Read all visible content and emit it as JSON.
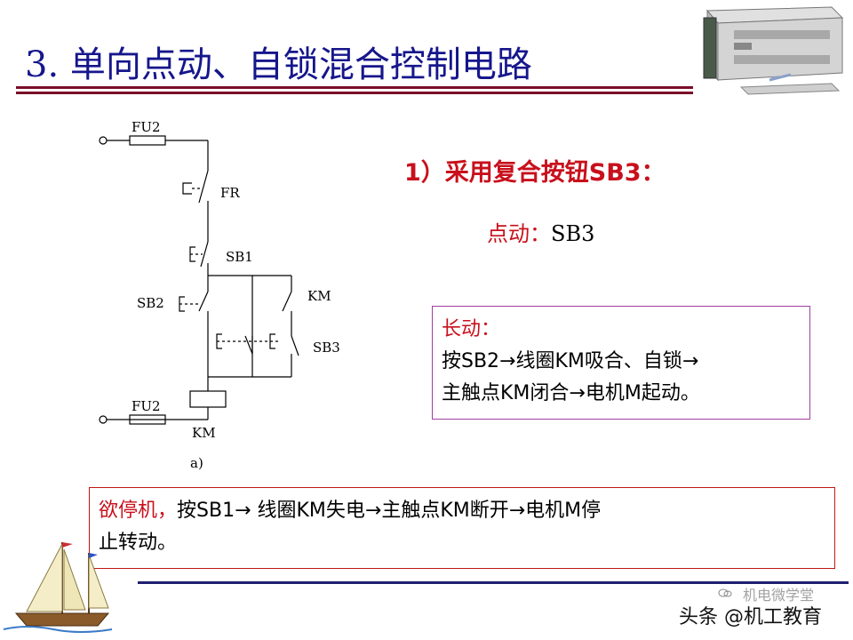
{
  "slide": {
    "title": "3. 单向点动、自锁混合控制电路",
    "subtitle": "1）采用复合按钮SB3：",
    "jog": {
      "label": "点动：",
      "value": "SB3"
    },
    "run_box": {
      "heading": "长动：",
      "line1": "按SB2→线圈KM吸合、自锁→",
      "line2": "主触点KM闭合→电机M起动。"
    },
    "stop_box": {
      "heading": "欲停机，",
      "text": "按SB1→ 线圈KM失电→主触点KM断开→电机M停",
      "text2": "止转动。"
    }
  },
  "circuit": {
    "fuse_top": "FU2",
    "fuse_bottom": "FU2",
    "fr": "FR",
    "sb1": "SB1",
    "sb2": "SB2",
    "km_contact": "KM",
    "sb3": "SB3",
    "km_coil": "KM",
    "caption": "a)"
  },
  "watermark": {
    "faded": "机电微学堂",
    "main": "头条 @机工教育"
  },
  "colors": {
    "title": "#16168c",
    "accent_red": "#c8101c",
    "box1_border": "#a040a0",
    "box2_border": "#c01818",
    "top_rule": "#7a0d2a",
    "bottom_rule": "#1f1f70"
  },
  "icons": [
    "plc-module-icon",
    "sailboat-icon",
    "watermark-logo-icon"
  ]
}
